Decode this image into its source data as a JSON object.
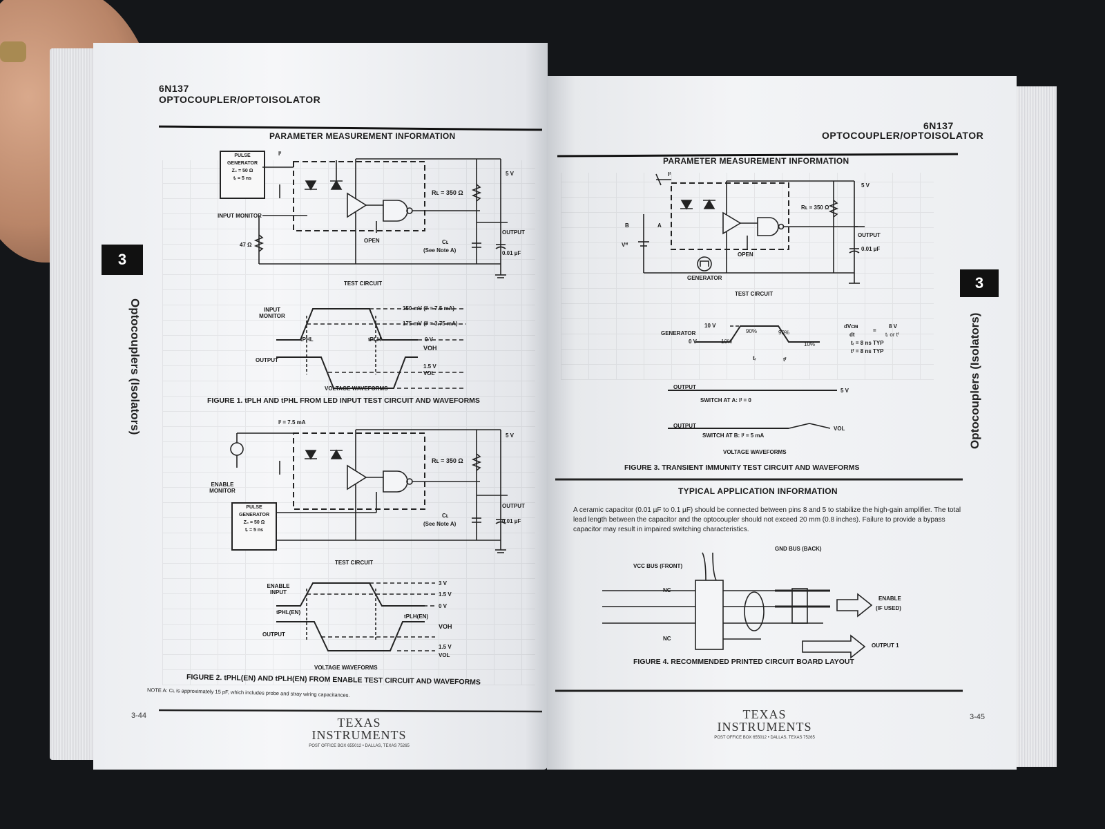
{
  "left_page": {
    "part_number": "6N137",
    "device_title": "OPTOCOUPLER/OPTOISOLATOR",
    "section_title": "PARAMETER MEASUREMENT INFORMATION",
    "tab_number": "3",
    "tab_label": "Optocouplers (Isolators)",
    "circuit1": {
      "pulse_generator": [
        "PULSE",
        "GENERATOR",
        "Z₀ = 50 Ω",
        "tᵣ = 5 ns"
      ],
      "if_label": "Iᶠ",
      "input_monitor": "INPUT MONITOR",
      "r47": "47 Ω",
      "open": "OPEN",
      "rl": "Rʟ = 350 Ω",
      "cl": "Cʟ",
      "see_note": "(See Note A)",
      "output": "OUTPUT",
      "cap": "0.01 µF",
      "supply": "5 V",
      "test_circuit": "TEST CIRCUIT"
    },
    "wave1": {
      "input_monitor": "INPUT MONITOR",
      "level_hi": "350 mV (Iᶠ = 7.5 mA)",
      "level_mid": "175 mV (Iᶠ = 3.75 mA)",
      "level_zero": "0 V",
      "tphl": "tPHL",
      "tplh": "tPLH",
      "output": "OUTPUT",
      "voh": "VOH",
      "v15": "1.5 V",
      "vol": "VOL",
      "voltage_waveforms": "VOLTAGE WAVEFORMS"
    },
    "figure1": "FIGURE 1. tPLH AND tPHL FROM LED INPUT TEST CIRCUIT AND WAVEFORMS",
    "circuit2": {
      "if_label": "Iᶠ = 7.5 mA",
      "enable_monitor": "ENABLE MONITOR",
      "pulse_generator": [
        "PULSE",
        "GENERATOR",
        "Z₀ = 50 Ω",
        "tᵣ = 5 ns"
      ],
      "rl": "Rʟ = 350 Ω",
      "cl": "Cʟ",
      "see_note": "(See Note A)",
      "output": "OUTPUT",
      "cap": "0.01 µF",
      "supply": "5 V",
      "test_circuit": "TEST CIRCUIT"
    },
    "wave2": {
      "enable_input": "ENABLE INPUT",
      "level_3v": "3 V",
      "level_15v": "1.5 V",
      "level_0v": "0 V",
      "tphl_en": "tPHL(EN)",
      "tplh_en": "tPLH(EN)",
      "output": "OUTPUT",
      "voh": "VOH",
      "v15": "1.5 V",
      "vol": "VOL",
      "voltage_waveforms": "VOLTAGE WAVEFORMS"
    },
    "figure2": "FIGURE 2. tPHL(EN) AND tPLH(EN) FROM ENABLE TEST CIRCUIT AND WAVEFORMS",
    "note": "NOTE A: Cʟ is approximately 15 pF, which includes probe and stray wiring capacitances.",
    "page_number": "3-44",
    "logo_line1": "TEXAS",
    "logo_line2": "INSTRUMENTS",
    "address": "POST OFFICE BOX 655012 • DALLAS, TEXAS 75265"
  },
  "right_page": {
    "part_number": "6N137",
    "device_title": "OPTOCOUPLER/OPTOISOLATOR",
    "section_title": "PARAMETER MEASUREMENT INFORMATION",
    "tab_number": "3",
    "tab_label": "Optocouplers (Isolators)",
    "circuit3": {
      "if_label": "Iᶠ",
      "b": "B",
      "a": "A",
      "vff": "Vᶠᶠ",
      "rl": "Rʟ = 350 Ω",
      "supply": "5 V",
      "output": "OUTPUT",
      "cap": "0.01 µF",
      "open": "OPEN",
      "generator": "GENERATOR",
      "test_circuit": "TEST CIRCUIT"
    },
    "wave3": {
      "generator": "GENERATOR",
      "v10": "10 V",
      "v0": "0 V",
      "p90a": "90%",
      "p90b": "90%",
      "p10a": "10%",
      "p10b": "10%",
      "tr": "tᵣ",
      "tf": "tᶠ",
      "formula_num": "dVᴄᴍ",
      "formula_den": "dt",
      "formula_eq": "=",
      "formula_r_num": "8 V",
      "formula_r_den": "tᵣ or tᶠ",
      "tr_typ": "tᵣ = 8 ns TYP",
      "tf_typ": "tᶠ = 8 ns TYP",
      "output1": "OUTPUT",
      "v5": "5 V",
      "switch_a": "SWITCH AT A: Iᶠ = 0",
      "output2": "OUTPUT",
      "vol": "VOL",
      "switch_b": "SWITCH AT B: Iᶠ = 5 mA",
      "voltage_waveforms": "VOLTAGE WAVEFORMS"
    },
    "figure3": "FIGURE 3. TRANSIENT IMMUNITY TEST CIRCUIT AND WAVEFORMS",
    "app_title": "TYPICAL APPLICATION INFORMATION",
    "app_text": "A ceramic capacitor (0.01 µF to 0.1 µF) should be connected between pins 8 and 5 to stabilize the high-gain amplifier. The total lead length between the capacitor and the optocoupler should not exceed 20 mm (0.8 inches). Failure to provide a bypass capacitor may result in impaired switching characteristics.",
    "pcb": {
      "gnd_bus": "GND BUS (BACK)",
      "vcc_bus": "VCC BUS (FRONT)",
      "nc1": "NC",
      "nc2": "NC",
      "enable": "ENABLE",
      "if_used": "(IF USED)",
      "output1": "OUTPUT 1"
    },
    "figure4": "FIGURE 4. RECOMMENDED PRINTED CIRCUIT BOARD LAYOUT",
    "page_number": "3-45",
    "logo_line1": "TEXAS",
    "logo_line2": "INSTRUMENTS",
    "address": "POST OFFICE BOX 655012 • DALLAS, TEXAS 75265"
  }
}
